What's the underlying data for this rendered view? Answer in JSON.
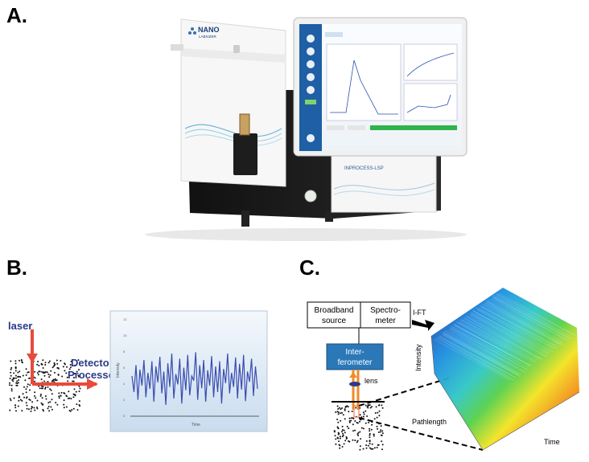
{
  "panels": {
    "a": {
      "label": "A."
    },
    "b": {
      "label": "B."
    },
    "c": {
      "label": "C."
    }
  },
  "instrument": {
    "brand_line1": "NANO",
    "brand_line2": "LABSIZER",
    "side_unit_brand": "INPROCESS-LSP"
  },
  "dls": {
    "laser_label": "laser",
    "detector_label": "Detector",
    "processor_label": "Processor",
    "plot_ylabel": "Intensity",
    "plot_xlabel": "Time",
    "yticks": [
      "12",
      "10",
      "8",
      "6",
      "4",
      "2",
      "0"
    ],
    "signal": [
      0.55,
      0.3,
      0.72,
      0.18,
      0.65,
      0.4,
      0.8,
      0.22,
      0.6,
      0.35,
      0.78,
      0.15,
      0.7,
      0.45,
      0.85,
      0.28,
      0.62,
      0.1,
      0.75,
      0.38,
      0.9,
      0.2,
      0.58,
      0.42,
      0.82,
      0.12,
      0.68,
      0.33,
      0.88,
      0.25,
      0.55,
      0.48,
      0.92,
      0.18,
      0.72,
      0.36,
      0.8,
      0.15,
      0.64,
      0.4,
      0.86,
      0.22,
      0.7,
      0.3,
      0.78,
      0.12,
      0.66,
      0.44,
      0.9,
      0.28,
      0.6,
      0.38,
      0.84,
      0.2,
      0.74,
      0.34,
      0.88,
      0.16,
      0.62,
      0.46,
      0.82,
      0.24,
      0.7,
      0.35
    ]
  },
  "lcoi": {
    "source_label_1": "Broadband",
    "source_label_2": "source",
    "spectrometer_label_1": "Spectro-",
    "spectrometer_label_2": "meter",
    "interferometer_label_1": "Inter-",
    "interferometer_label_2": "ferometer",
    "lens_label": "lens",
    "ift_label": "I-FT",
    "plot_zlabel": "Intensity",
    "plot_ylabel": "Pathlength",
    "plot_xlabel": "Time"
  }
}
